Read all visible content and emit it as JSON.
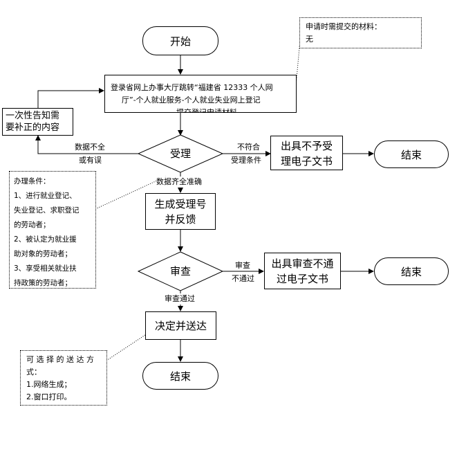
{
  "nodes": {
    "start": "开始",
    "submit_line1": "登录省网上办事大厅跳转“福建省 12333 个人网",
    "submit_line2": "厅”-个人就业服务-个人就业失业网上登记",
    "submit_line3": "提交登记申请材料",
    "supplement_line1": "一次性告知需",
    "supplement_line2": "要补正的内容",
    "accept": "受理",
    "reject_doc_line1": "出具不予受",
    "reject_doc_line2": "理电子文书",
    "end1": "结束",
    "gen_number_line1": "生成受理号",
    "gen_number_line2": "并反馈",
    "review": "审查",
    "review_fail_doc_line1": "出具审查不通",
    "review_fail_doc_line2": "过电子文书",
    "end2": "结束",
    "decide": "决定并送达",
    "end3": "结束"
  },
  "edge_labels": {
    "incomplete_line1": "数据不全",
    "incomplete_line2": "或有误",
    "not_meet_line1": "不符合",
    "not_meet_line2": "受理条件",
    "complete": "数据齐全准确",
    "review_fail_line1": "审查",
    "review_fail_line2": "不通过",
    "review_pass": "审查通过"
  },
  "notes": {
    "materials_title": "申请时需提交的材料：",
    "materials_value": "无",
    "conditions": {
      "title": "办理条件：",
      "lines": [
        "1、进行就业登记、",
        "失业登记、求职登记",
        "的劳动者；",
        "2、被认定为就业援",
        "助对象的劳动者；",
        "3、享受相关就业扶",
        "持政策的劳动者；"
      ]
    },
    "delivery": {
      "title_line1": "可 选 择 的 送 达 方",
      "title_line2": "式：",
      "item1": "1.网络生成；",
      "item2": "2.窗口打印。"
    }
  }
}
